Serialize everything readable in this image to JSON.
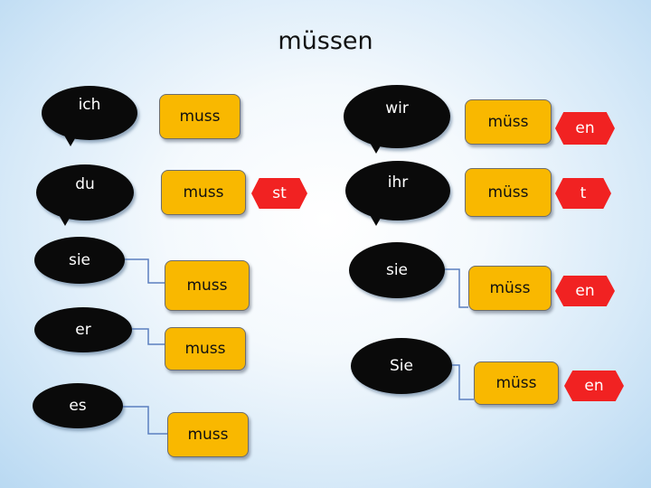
{
  "title": "müssen",
  "colors": {
    "pronoun_fill": "#0a0a0a",
    "stem_fill": "#f9b800",
    "ending_fill": "#f12222",
    "connector": "#5b7fbf"
  },
  "singular": {
    "ich": {
      "pronoun": "ich",
      "stem": "muss"
    },
    "du": {
      "pronoun": "du",
      "stem": "muss",
      "ending": "st"
    },
    "sie": {
      "pronoun": "sie",
      "stem": "muss"
    },
    "er": {
      "pronoun": "er",
      "stem": "muss"
    },
    "es": {
      "pronoun": "es",
      "stem": "muss"
    }
  },
  "plural": {
    "wir": {
      "pronoun": "wir",
      "stem": "müss",
      "ending": "en"
    },
    "ihr": {
      "pronoun": "ihr",
      "stem": "müss",
      "ending": "t"
    },
    "sie": {
      "pronoun": "sie",
      "stem": "müss",
      "ending": "en"
    },
    "Sie": {
      "pronoun": "Sie",
      "stem": "müss",
      "ending": "en"
    }
  }
}
